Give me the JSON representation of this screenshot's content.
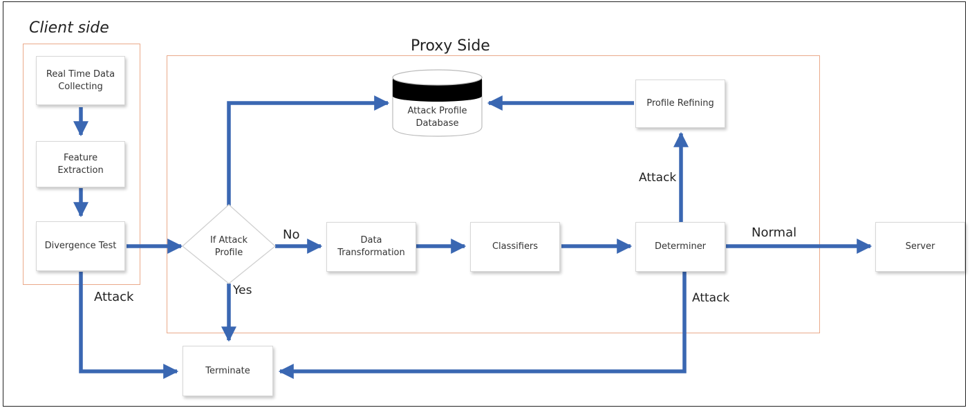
{
  "regions": {
    "client": "Client side",
    "proxy": "Proxy Side"
  },
  "nodes": {
    "real_time_data": "Real Time Data\nCollecting",
    "feature_extraction": "Feature Extraction",
    "divergence_test": "Divergence Test",
    "if_attack_profile": "If Attack\nProfile",
    "data_transformation": "Data\nTransformation",
    "classifiers": "Classifiers",
    "determiner": "Determiner",
    "server": "Server",
    "attack_profile_db": "Attack Profile\nDatabase",
    "profile_refining": "Profile Refining",
    "terminate": "Terminate"
  },
  "edge_labels": {
    "attack_client": "Attack",
    "no": "No",
    "yes": "Yes",
    "attack_up": "Attack",
    "normal": "Normal",
    "attack_down": "Attack"
  },
  "colors": {
    "arrow": "#3a67b2",
    "region_border": "#eaa989"
  }
}
